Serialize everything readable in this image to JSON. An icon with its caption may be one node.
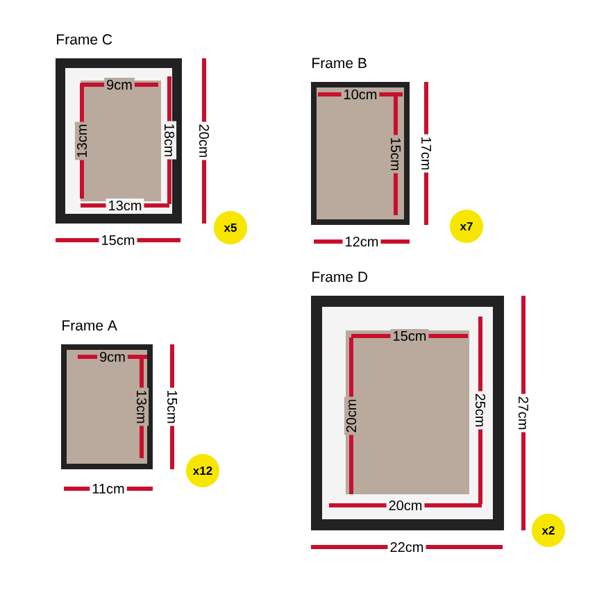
{
  "diagram": {
    "nodes": [
      {
        "text": [
          "Frame C"
        ]
      },
      {
        "text": [
          "x5"
        ]
      },
      {
        "text": [
          "Frame B"
        ]
      },
      {
        "text": [
          "x7"
        ]
      },
      {
        "text": [
          "Frame A"
        ]
      },
      {
        "text": [
          "x12"
        ]
      },
      {
        "text": [
          "Frame D"
        ]
      },
      {
        "text": [
          "x2"
        ]
      }
    ],
    "labels": [
      "9cm",
      "13cm",
      "18cm",
      "20cm",
      "13cm",
      "15cm",
      "10cm",
      "15cm",
      "17cm",
      "12cm",
      "9cm",
      "13cm",
      "15cm",
      "11cm",
      "15cm",
      "20cm",
      "25cm",
      "27cm",
      "20cm",
      "22cm"
    ]
  }
}
